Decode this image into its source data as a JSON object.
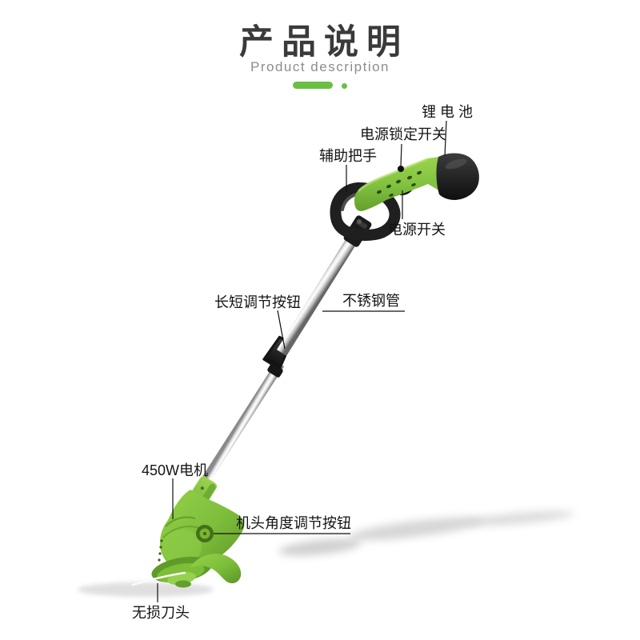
{
  "header": {
    "title": "产品说明",
    "subtitle": "Product description"
  },
  "colors": {
    "accent_green": "#6abf43",
    "body_green": "#82c340",
    "body_green_dark": "#5d9427",
    "part_black": "#1d1d1d",
    "chrome_light": "#ffffff",
    "chrome_dark": "#6e6e6e",
    "label_text": "#141414"
  },
  "annotations": {
    "battery": {
      "text": "锂电池"
    },
    "power_lock_switch": {
      "text": "电源锁定开关"
    },
    "auxiliary_handle": {
      "text": "辅助把手"
    },
    "power_switch": {
      "text": "电源开关"
    },
    "length_adjust_button": {
      "text": "长短调节按钮"
    },
    "stainless_tube": {
      "text": "不锈钢管"
    },
    "motor": {
      "text": "450W电机"
    },
    "head_angle_button": {
      "text": "机头角度调节按钮"
    },
    "blade_head": {
      "text": "无损刀头"
    }
  }
}
